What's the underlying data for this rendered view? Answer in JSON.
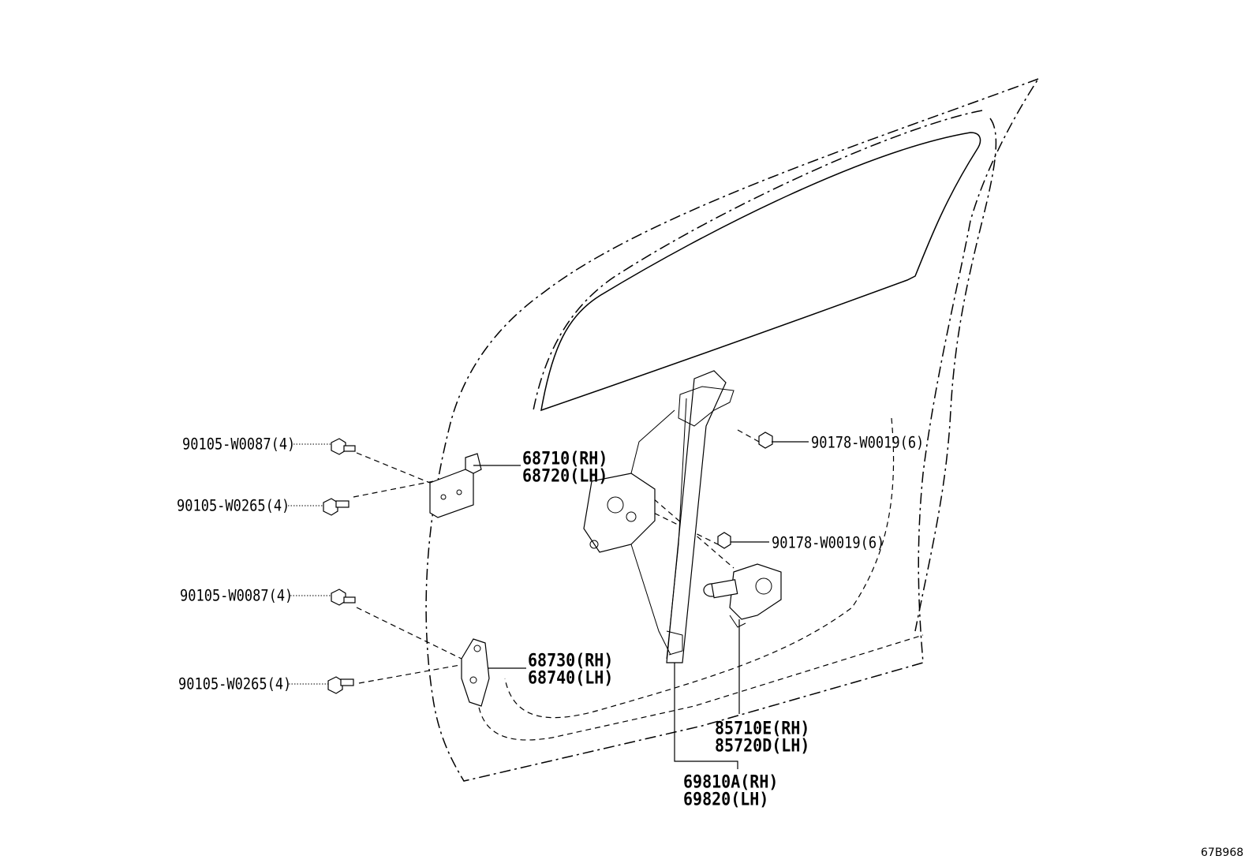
{
  "diagram_code": "67B968",
  "labels": {
    "bolt_upper_left_a": "90105-W0087(4)",
    "bolt_upper_left_b": "90105-W0265(4)",
    "bolt_lower_left_a": "90105-W0087(4)",
    "bolt_lower_left_b": "90105-W0265(4)",
    "hinge_upper_rh": "68710(RH)",
    "hinge_upper_lh": "68720(LH)",
    "hinge_lower_rh": "68730(RH)",
    "hinge_lower_lh": "68740(LH)",
    "nut_upper": "90178-W0019(6)",
    "nut_lower": "90178-W0019(6)",
    "motor_rh": "85710E(RH)",
    "motor_lh": "85720D(LH)",
    "regulator_rh": "69810A(RH)",
    "regulator_lh": "69820(LH)"
  }
}
